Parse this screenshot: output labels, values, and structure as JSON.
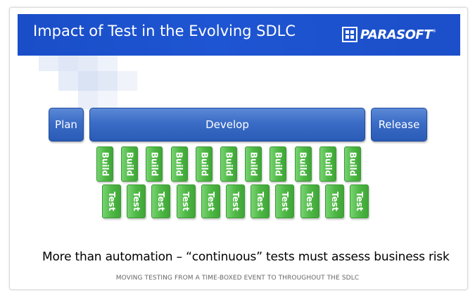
{
  "slide": {
    "title": "Impact of Test in the Evolving SDLC",
    "logo_text": "PARASOFT",
    "logo_tm": "®",
    "tagline": "More than automation – “continuous” tests must assess business risk"
  },
  "diagram": {
    "phases": [
      {
        "label": "Plan"
      },
      {
        "label": "Develop"
      },
      {
        "label": "Release"
      }
    ],
    "builds": [
      "Build",
      "Build",
      "Build",
      "Build",
      "Build",
      "Build",
      "Build",
      "Build",
      "Build",
      "Build",
      "Build"
    ],
    "tests": [
      "Test",
      "Test",
      "Test",
      "Test",
      "Test",
      "Test",
      "Test",
      "Test",
      "Test",
      "Test",
      "Test"
    ]
  },
  "caption": "MOVING TESTING FROM A TIME-BOXED EVENT TO THROUGHOUT THE SDLC",
  "colors": {
    "banner": "#1e55d2",
    "phase": "#3a6cc6",
    "block": "#4fb846"
  }
}
